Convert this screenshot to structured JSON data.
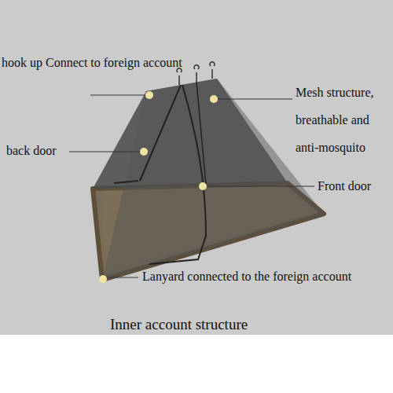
{
  "diagram": {
    "caption": "Inner account structure",
    "labels": [
      "hook up Connect to foreign account",
      "Mesh structure, breathable and anti-mosquito",
      "back door",
      "Front door",
      "Lanyard connected to the foreign account"
    ]
  }
}
